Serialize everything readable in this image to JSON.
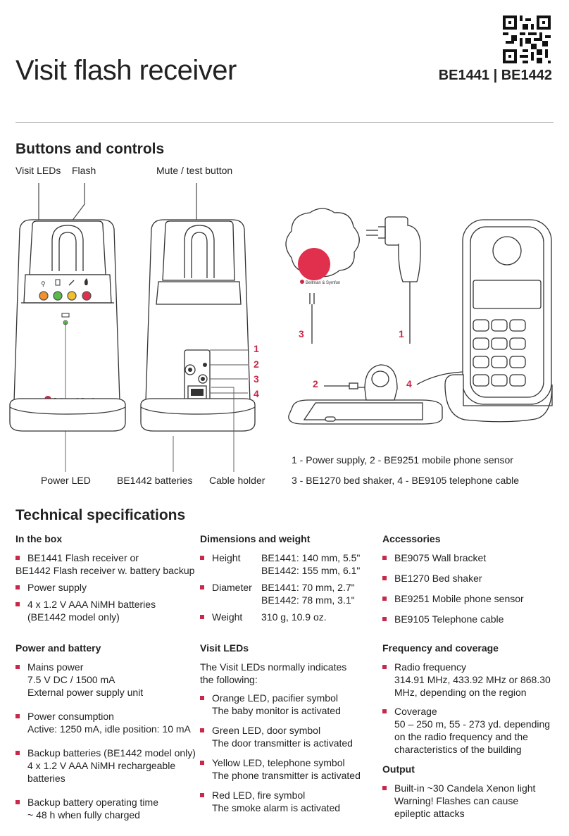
{
  "header": {
    "title": "Visit flash receiver",
    "models": "BE1441 | BE1442"
  },
  "buttons_section": {
    "heading": "Buttons and controls",
    "labels": {
      "visit_leds": "Visit LEDs",
      "flash": "Flash",
      "mute_test": "Mute / test button",
      "power_led": "Power LED",
      "batteries": "BE1442 batteries",
      "cable_holder": "Cable holder"
    },
    "brand_text": "Bellman & Symfon",
    "numbers": [
      "1",
      "2",
      "3",
      "4"
    ],
    "legend_line1": "1 - Power supply, 2 - BE9251 mobile phone sensor",
    "legend_line2": "3 - BE1270 bed shaker, 4 - BE9105 telephone cable"
  },
  "specs": {
    "heading": "Technical specifications",
    "in_the_box": {
      "heading": "In the box",
      "items": [
        [
          "BE1441 Flash receiver or",
          "BE1442 Flash receiver w. battery backup"
        ],
        [
          "Power supply"
        ],
        [
          "4 x 1.2 V AAA NiMH batteries",
          "(BE1442 model only)"
        ]
      ]
    },
    "power": {
      "heading": "Power and battery",
      "items": [
        [
          "Mains power",
          "7.5 V DC / 1500 mA",
          "External power supply unit"
        ],
        [
          "Power consumption",
          "Active: 1250 mA, idle position: 10 mA"
        ],
        [
          "Backup batteries (BE1442 model only)",
          "4 x 1.2 V AAA NiMH rechargeable",
          "batteries"
        ],
        [
          "Backup battery operating time",
          "~ 48 h when fully charged"
        ]
      ]
    },
    "dimensions": {
      "heading": "Dimensions and weight",
      "rows": [
        {
          "key": "Height",
          "lines": [
            "BE1441: 140 mm, 5.5\"",
            "BE1442: 155 mm, 6.1\""
          ]
        },
        {
          "key": "Diameter",
          "lines": [
            "BE1441: 70 mm, 2.7\"",
            "BE1442: 78 mm, 3.1\""
          ]
        },
        {
          "key": "Weight",
          "lines": [
            "310 g, 10.9 oz."
          ]
        }
      ]
    },
    "visit_leds": {
      "heading": "Visit LEDs",
      "intro": [
        "The Visit LEDs normally indicates",
        "the following:"
      ],
      "items": [
        [
          "Orange LED, pacifier symbol",
          "The baby monitor is activated"
        ],
        [
          "Green LED, door symbol",
          "The door transmitter is activated"
        ],
        [
          "Yellow LED, telephone symbol",
          "The phone transmitter is activated"
        ],
        [
          "Red LED, fire symbol",
          "The smoke alarm is activated"
        ]
      ]
    },
    "accessories": {
      "heading": "Accessories",
      "items": [
        "BE9075 Wall bracket",
        "BE1270 Bed shaker",
        "BE9251 Mobile phone sensor",
        "BE9105 Telephone cable"
      ]
    },
    "frequency": {
      "heading": "Frequency and coverage",
      "items": [
        [
          "Radio frequency",
          "314.91 MHz, 433.92 MHz or 868.30",
          "MHz, depending on the region"
        ],
        [
          "Coverage",
          "50 – 250 m, 55 - 273 yd. depending",
          "on the radio frequency and the",
          "characteristics of the building"
        ]
      ]
    },
    "output": {
      "heading": "Output",
      "items": [
        [
          "Built-in ~30 Candela Xenon light",
          "Warning! Flashes can cause",
          "epileptic attacks"
        ]
      ]
    }
  },
  "colors": {
    "accent": "#c8294a",
    "led_orange": "#f0902e",
    "led_green": "#5bb84a",
    "led_yellow": "#f2c12e",
    "led_red": "#e0304e"
  }
}
